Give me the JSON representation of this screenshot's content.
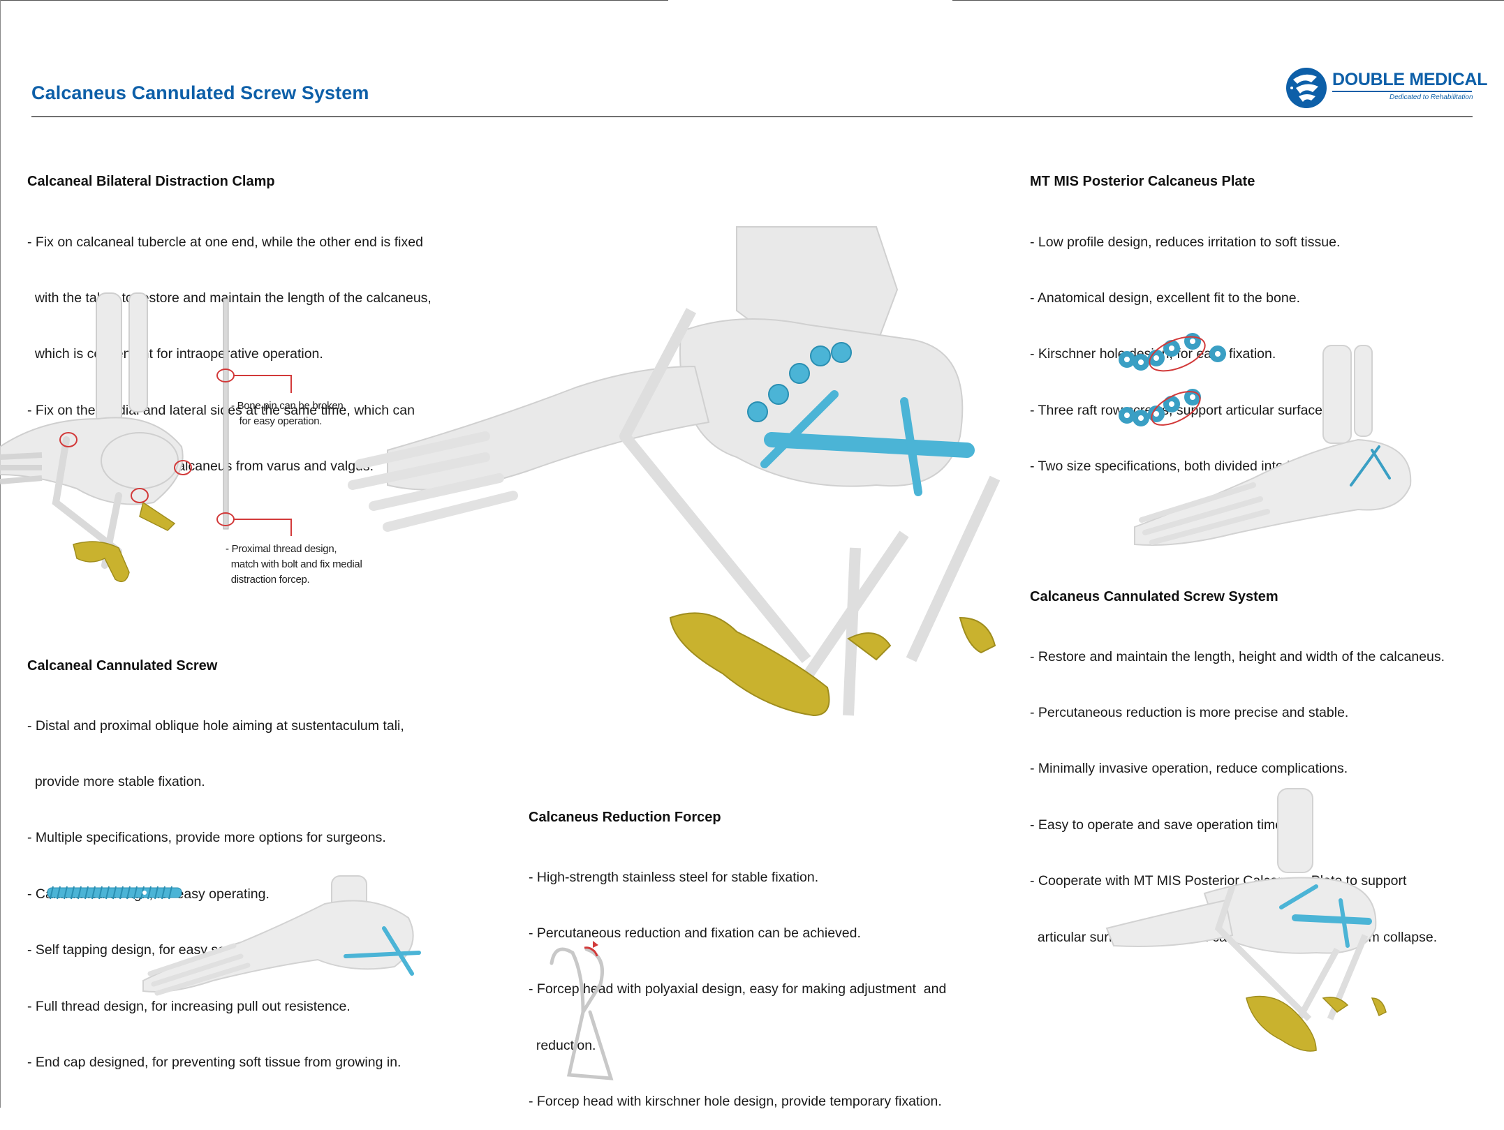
{
  "page": {
    "title": "Calcaneus Cannulated Screw System"
  },
  "logo": {
    "name": "DOUBLE MEDICAL",
    "tagline": "Dedicated to Rehabilitation",
    "icon": "double-medical-logo-icon"
  },
  "colors": {
    "brand_blue": "#0d5fa8",
    "implant_blue": "#4bb4d6",
    "gold": "#c9b22e",
    "bone": "#e6e6e6",
    "callout_red": "#d23a3a"
  },
  "sections": {
    "distraction_clamp": {
      "title": "Calcaneal Bilateral Distraction Clamp",
      "bullets": [
        "- Fix on calcaneal tubercle at one end, while the other end is fixed",
        "  with the talus, to restore and maintain the length of the calcaneus,",
        "  which is convenient for intraoperative operation.",
        "- Fix on the medial and lateral sides at the same time, which can",
        "  effectively prevent the calcaneus from varus and valgus."
      ],
      "callouts": [
        "- Bone pin can be broken,\n   for easy operation.",
        "- Proximal thread design,\n  match with bolt and fix medial\n  distraction forcep."
      ]
    },
    "cannulated_screw": {
      "title": "Calcaneal Cannulated Screw",
      "bullets": [
        "- Distal and proximal oblique hole aiming at sustentaculum tali,",
        "  provide more stable fixation.",
        "- Multiple specifications, provide more options for surgeons.",
        "- Cannulated design, for easy operating.",
        "- Self tapping design, for easy screwing in.",
        "- Full thread design, for increasing pull out resistence.",
        "- End cap designed, for preventing soft tissue from growing in."
      ]
    },
    "reduction_forcep": {
      "title": "Calcaneus Reduction Forcep",
      "bullets": [
        "- High-strength stainless steel for stable fixation.",
        "- Percutaneous reduction and fixation can be achieved.",
        "- Forcep head with polyaxial design, easy for making adjustment  and",
        "  reduction.",
        "- Forcep head with kirschner hole design, provide temporary fixation."
      ]
    },
    "posterior_plate": {
      "title": "MT MIS Posterior Calcaneus Plate",
      "bullets": [
        "- Low profile design, reduces irritation to soft tissue.",
        "- Anatomical design, excellent fit to the bone.",
        "- Kirschner hole design, for easy fixation.",
        "- Three raft row screws, support articular surface.",
        "- Two size specifications, both divided into left and right sides."
      ]
    },
    "screw_system": {
      "title": "Calcaneus Cannulated Screw System",
      "bullets": [
        "- Restore and maintain the length, height and width of the calcaneus.",
        "- Percutaneous reduction is more precise and stable.",
        "- Minimally invasive operation, reduce complications.",
        "- Easy to operate and save operation time.",
        "- Cooperate with MT MIS Posterior Calcaneus Plate to support",
        "  articular surface of talus and calcaneus to prevent it from collapse."
      ]
    }
  }
}
